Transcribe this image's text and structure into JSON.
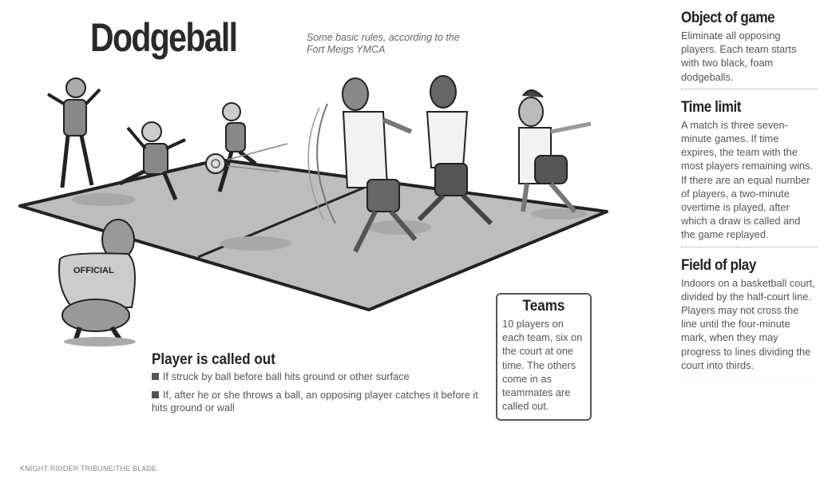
{
  "header": {
    "title": "Dodgeball",
    "subtitle": "Some basic rules, according to the Fort Meigs YMCA"
  },
  "sidebar": {
    "sections": [
      {
        "heading": "Object of game",
        "body": "Eliminate all opposing players. Each team starts with two black, foam dodgeballs."
      },
      {
        "heading": "Time limit",
        "body": "A match is three seven-minute games. If time expires, the team with the most players remaining wins. If there are an equal number of players, a two-minute overtime is played, after which a draw is called and the game replayed."
      },
      {
        "heading": "Field of play",
        "body": "Indoors on a basketball court, divided by the half-court line. Players may not cross the line until the four-minute mark, when they may progress to lines dividing the court into thirds."
      }
    ]
  },
  "teams_box": {
    "heading": "Teams",
    "body": "10 players on each team, six on the court at one time. The others come in as teammates are called out."
  },
  "called_out": {
    "heading": "Player is called out",
    "items": [
      "If struck by ball before ball hits ground or other surface",
      "If, after he or she throws a ball, an opposing player catches it before it hits ground or wall"
    ]
  },
  "illustration": {
    "official_label": "OFFICIAL",
    "court_fill": "#bdbdbd",
    "court_line": "#222222"
  },
  "credit": "KNIGHT RIDDER TRIBUNE/THE BLADE"
}
